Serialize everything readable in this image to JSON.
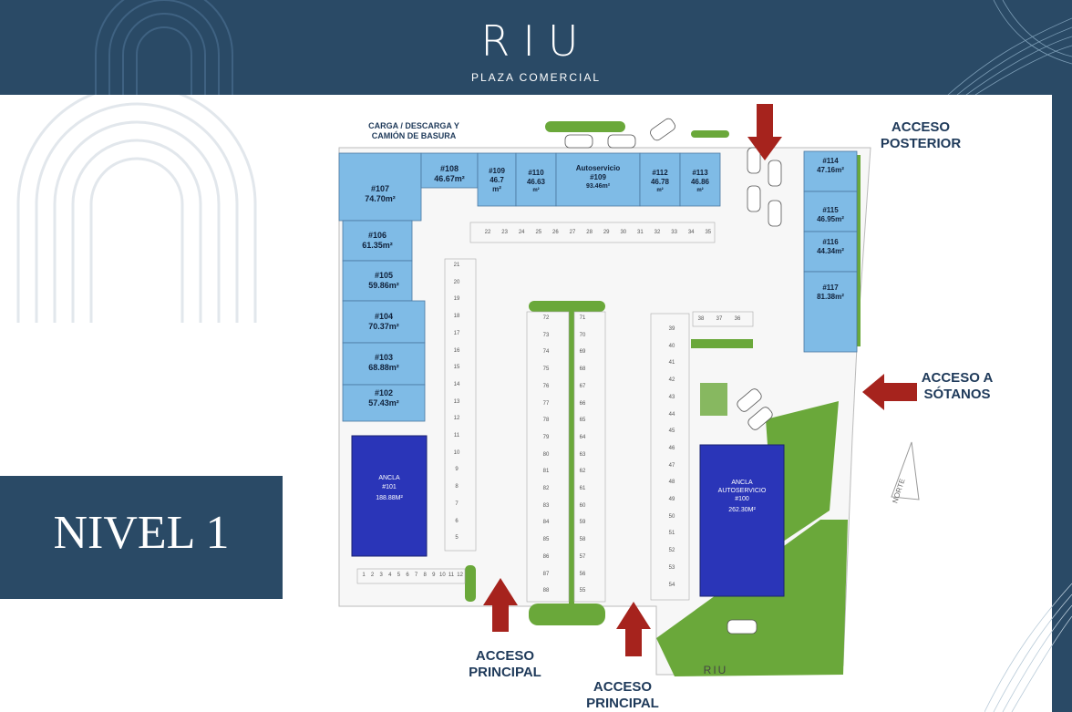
{
  "header": {
    "brand": "RIU",
    "subtitle": "PLAZA COMERCIAL"
  },
  "level_title": "NIVEL 1",
  "access_labels": {
    "carga": "CARGA / DESCARGA Y CAMIÓN DE BASURA",
    "posterior": "ACCESO POSTERIOR",
    "sotanos": "ACCESO A SÓTANOS",
    "principal_1": "ACCESO PRINCIPAL",
    "principal_2": "ACCESO PRINCIPAL"
  },
  "compass": "NORTE",
  "entrance_sign": "RIU",
  "units": {
    "u107": {
      "num": "#107",
      "area": "74.70m²"
    },
    "u106": {
      "num": "#106",
      "area": "61.35m²"
    },
    "u105": {
      "num": "#105",
      "area": "59.86m²"
    },
    "u104": {
      "num": "#104",
      "area": "70.37m²"
    },
    "u103": {
      "num": "#103",
      "area": "68.88m²"
    },
    "u102": {
      "num": "#102",
      "area": "57.43m²"
    },
    "u108": {
      "num": "#108",
      "area": "46.67m²"
    },
    "u109a": {
      "num": "#109",
      "area": "46.7",
      "unit": "m²"
    },
    "u110": {
      "num": "#110",
      "area": "46.63",
      "unit": "m²"
    },
    "u109b": {
      "num": "Autoservicio",
      "sub": "#109",
      "area": "93.46m²"
    },
    "u112": {
      "num": "#112",
      "area": "46.78",
      "unit": "m²"
    },
    "u113": {
      "num": "#113",
      "area": "46.86",
      "unit": "m²"
    },
    "u114": {
      "num": "#114",
      "area": "47.16m²"
    },
    "u115": {
      "num": "#115",
      "area": "46.95m²"
    },
    "u116": {
      "num": "#116",
      "area": "44.34m²"
    },
    "u117": {
      "num": "#117",
      "area": "81.38m²"
    },
    "u101": {
      "l1": "ANCLA",
      "l2": "#101",
      "l3": "188.88M²"
    },
    "u100": {
      "l1": "ANCLA",
      "l2": "AUTOSERVICIO",
      "l3": "#100",
      "l4": "262.30M²"
    }
  },
  "parking": {
    "top_row": [
      "22",
      "23",
      "24",
      "25",
      "26",
      "27",
      "28",
      "29",
      "30",
      "31",
      "32",
      "33",
      "34",
      "35"
    ],
    "left_column": [
      "21",
      "20",
      "19",
      "18",
      "17",
      "16",
      "15",
      "14",
      "13",
      "12",
      "11",
      "10",
      "9",
      "8",
      "7",
      "6",
      "5"
    ],
    "bottom_row": [
      "1",
      "2",
      "3",
      "4",
      "5",
      "6",
      "7",
      "8",
      "9",
      "10",
      "11",
      "12"
    ],
    "center_left": [
      "72",
      "73",
      "74",
      "75",
      "76",
      "77",
      "78",
      "79",
      "80",
      "81",
      "82",
      "83",
      "84",
      "85",
      "86",
      "87",
      "88"
    ],
    "center_right": [
      "71",
      "70",
      "69",
      "68",
      "67",
      "66",
      "65",
      "64",
      "63",
      "62",
      "61",
      "60",
      "59",
      "58",
      "57",
      "56",
      "55"
    ],
    "right_column": [
      "39",
      "40",
      "41",
      "42",
      "43",
      "44",
      "45",
      "46",
      "47",
      "48",
      "49",
      "50",
      "51",
      "52",
      "53",
      "54"
    ],
    "small_row": [
      "38",
      "37",
      "36"
    ]
  },
  "colors": {
    "header": "#2a4a66",
    "units": "#7fbbe6",
    "anchors": "#2a35b8",
    "arrows": "#a6231d",
    "green": "#6aa83a"
  }
}
